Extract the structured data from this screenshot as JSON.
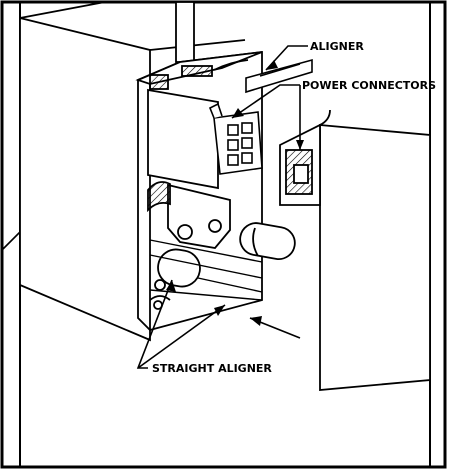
{
  "labels": {
    "aligner": "ALIGNER",
    "power_connectors": "POWER CONNECTORS",
    "straight_aligner": "STRAIGHT ALIGNER"
  },
  "colors": {
    "line": "#000000",
    "background": "#ffffff",
    "hatch": "#000000"
  }
}
